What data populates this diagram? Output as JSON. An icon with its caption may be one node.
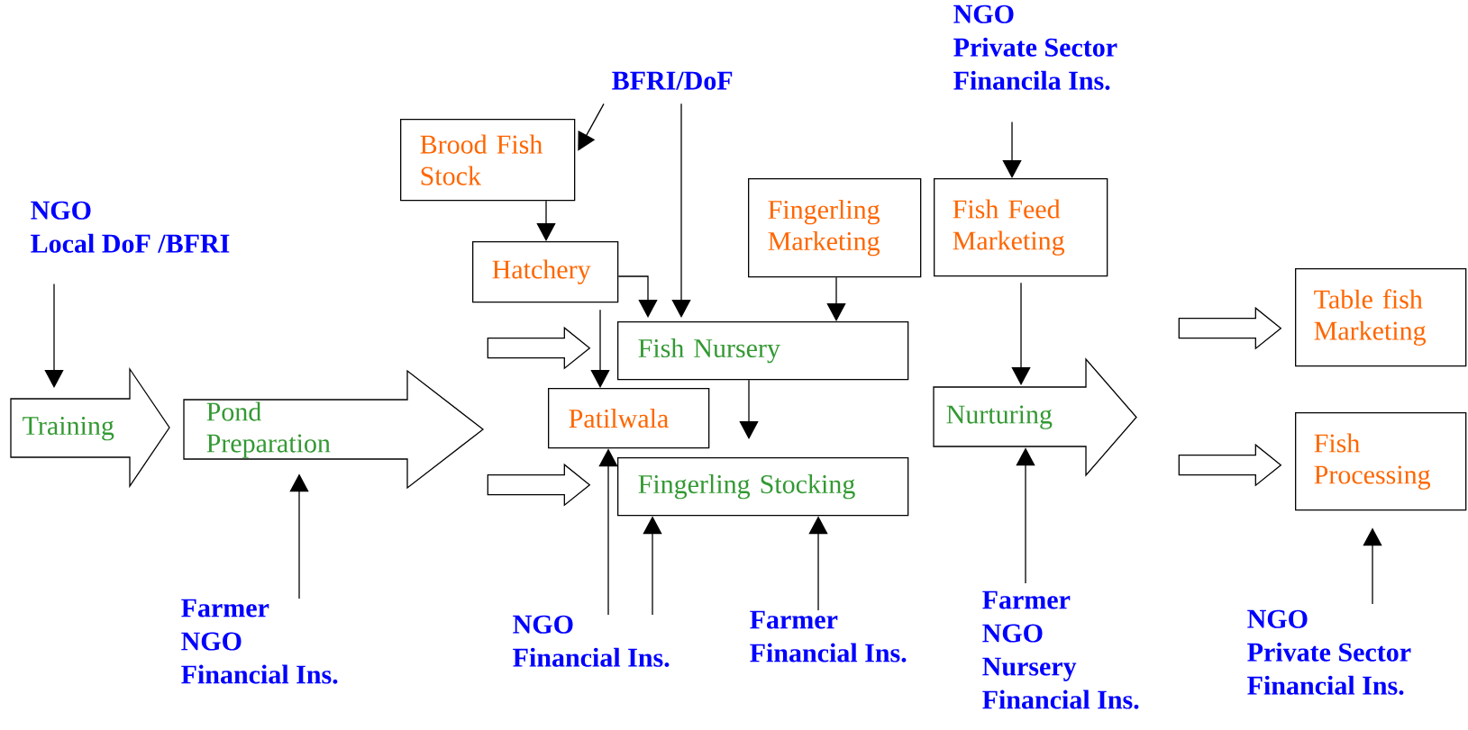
{
  "diagram": {
    "nodes": [
      {
        "text": [
          "NGO",
          "Local DoF /BFRI"
        ]
      },
      {
        "text": [
          "Training"
        ]
      },
      {
        "text": [
          "Pond Preparation"
        ]
      },
      {
        "text": [
          "Farmer",
          "NGO",
          "Financial Ins."
        ]
      },
      {
        "text": [
          "BFRI/DoF"
        ]
      },
      {
        "text": [
          "Brood Fish Stock"
        ]
      },
      {
        "text": [
          "Hatchery"
        ]
      },
      {
        "text": [
          "Fingerling Marketing"
        ]
      },
      {
        "text": [
          "NGO",
          "Private Sector",
          "Financila Ins."
        ]
      },
      {
        "text": [
          "Fish Feed Marketing"
        ]
      },
      {
        "text": [
          "Fish Nursery"
        ]
      },
      {
        "text": [
          "Patilwala"
        ]
      },
      {
        "text": [
          "Fingerling Stocking"
        ]
      },
      {
        "text": [
          "Nurturing"
        ]
      },
      {
        "text": [
          "Table fish Marketing"
        ]
      },
      {
        "text": [
          "Fish Processing"
        ]
      },
      {
        "text": [
          "NGO",
          "Financial Ins."
        ]
      },
      {
        "text": [
          "Farmer",
          "Financial Ins."
        ]
      },
      {
        "text": [
          "Farmer",
          "NGO",
          "Nursery",
          "Financial Ins."
        ]
      },
      {
        "text": [
          "NGO",
          "Private Sector",
          "Financial Ins."
        ]
      }
    ],
    "edges": [
      {
        "from": 0,
        "to": 1,
        "arrow": "to"
      },
      {
        "from": 3,
        "to": 2,
        "arrow": "to"
      },
      {
        "from": 4,
        "to": 5,
        "arrow": "to"
      },
      {
        "from": 4,
        "to": 10,
        "arrow": "to"
      },
      {
        "from": 5,
        "to": 6,
        "arrow": "to"
      },
      {
        "from": 6,
        "to": 10,
        "arrow": "to"
      },
      {
        "from": 6,
        "to": 11,
        "arrow": "to"
      },
      {
        "from": 7,
        "to": 10,
        "arrow": "to"
      },
      {
        "from": 8,
        "to": 9,
        "arrow": "to"
      },
      {
        "from": 10,
        "to": 12,
        "arrow": "to"
      },
      {
        "from": 9,
        "to": 13,
        "arrow": "to"
      },
      {
        "from": 16,
        "to": 11,
        "arrow": "to"
      },
      {
        "from": 16,
        "to": 12,
        "arrow": "to"
      },
      {
        "from": 17,
        "to": 12,
        "arrow": "to"
      },
      {
        "from": 18,
        "to": 13,
        "arrow": "to"
      },
      {
        "from": 19,
        "to": 15,
        "arrow": "to"
      },
      {
        "from": 2,
        "to": 10,
        "arrow": "to",
        "style": "thick"
      },
      {
        "from": 2,
        "to": 12,
        "arrow": "to",
        "style": "thick"
      },
      {
        "from": 13,
        "to": 14,
        "arrow": "to",
        "style": "thick"
      },
      {
        "from": 13,
        "to": 15,
        "arrow": "to",
        "style": "thick"
      }
    ]
  }
}
